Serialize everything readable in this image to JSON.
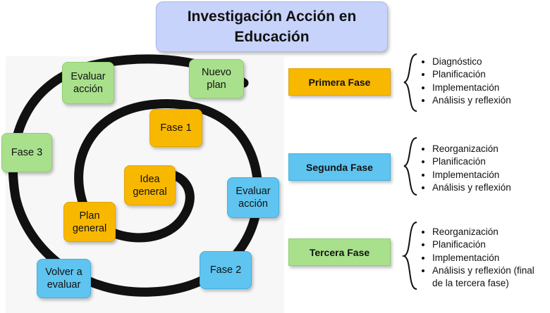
{
  "title": "Investigación Acción en\nEducación",
  "spiral_nodes": {
    "evaluar_accion_top": "Evaluar\nacción",
    "nuevo_plan": "Nuevo\nplan",
    "fase_3": "Fase 3",
    "fase_1": "Fase 1",
    "idea_general": "Idea\ngeneral",
    "evaluar_accion_right": "Evaluar\nacción",
    "plan_general": "Plan\ngeneral",
    "volver_a_evaluar": "Volver a\nevaluar",
    "fase_2": "Fase 2"
  },
  "phases": [
    {
      "label": "Primera Fase",
      "color": "#f9b800",
      "steps": [
        "Diagnóstico",
        "Planificación",
        "Implementación",
        "Análisis y reflexión"
      ]
    },
    {
      "label": "Segunda Fase",
      "color": "#5fc4ef",
      "steps": [
        "Reorganización",
        "Planificación",
        "Implementación",
        "Análisis y reflexión"
      ]
    },
    {
      "label": "Tercera Fase",
      "color": "#a8e08c",
      "steps": [
        "Reorganización",
        "Planificación",
        "Implementación",
        "Análisis y reflexión (final de la tercera fase)"
      ]
    }
  ]
}
